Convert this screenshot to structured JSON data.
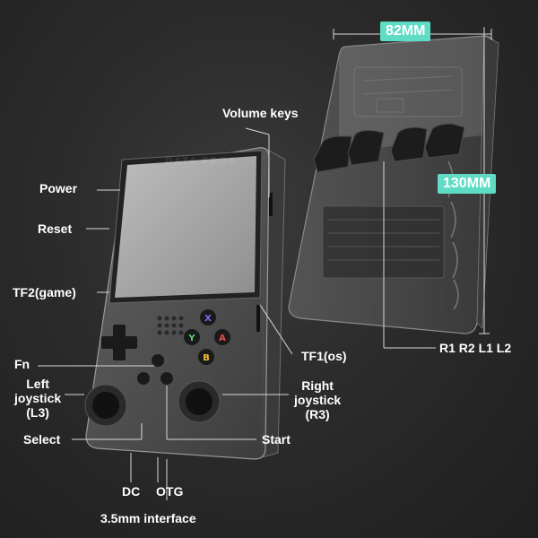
{
  "labels": {
    "volume_keys": "Volume keys",
    "power": "Power",
    "reset": "Reset",
    "tf2": "TF2(game)",
    "fn": "Fn",
    "left_joystick": "Left\njoystick\n(L3)",
    "select": "Select",
    "dc": "DC",
    "otg": "OTG",
    "audio": "3.5mm interface",
    "tf1": "TF1(os)",
    "right_joystick": "Right\njoystick\n(R3)",
    "start": "Start",
    "shoulders": "R1 R2 L1 L2"
  },
  "dimensions": {
    "width": "82MM",
    "height": "130MM"
  },
  "watermark": "DATA FROG",
  "colors": {
    "accent": "#5fdcc4",
    "label": "#ffffff",
    "background": "#2b2b2b"
  }
}
